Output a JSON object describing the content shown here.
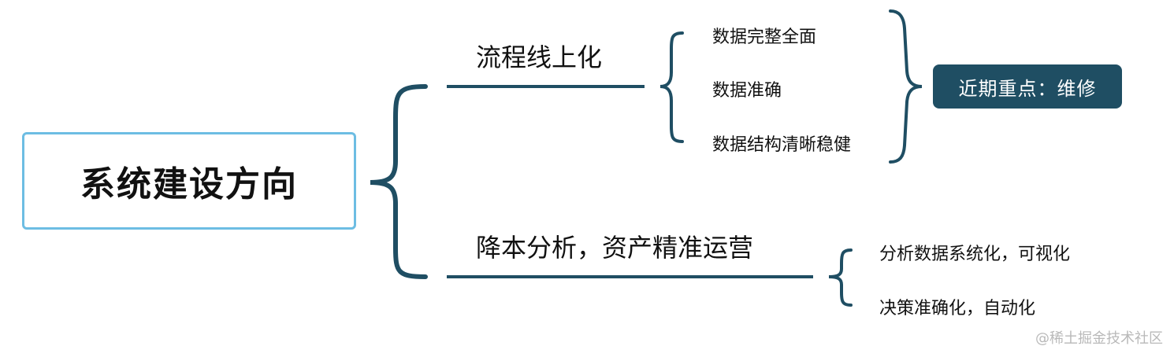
{
  "root": {
    "label": "系统建设方向"
  },
  "branches": [
    {
      "label": "流程线上化",
      "children": [
        "数据完整全面",
        "数据准确",
        "数据结构清晰稳健"
      ],
      "summary": "近期重点：维修"
    },
    {
      "label": "降本分析，资产精准运营",
      "children": [
        "分析数据系统化，可视化",
        "决策准确化，自动化"
      ]
    }
  ],
  "watermark": "@稀土掘金技术社区",
  "colors": {
    "connector": "#1f4e63",
    "root_border": "#6dbde3",
    "summary_bg": "#1f4e63",
    "summary_text": "#ffffff"
  }
}
